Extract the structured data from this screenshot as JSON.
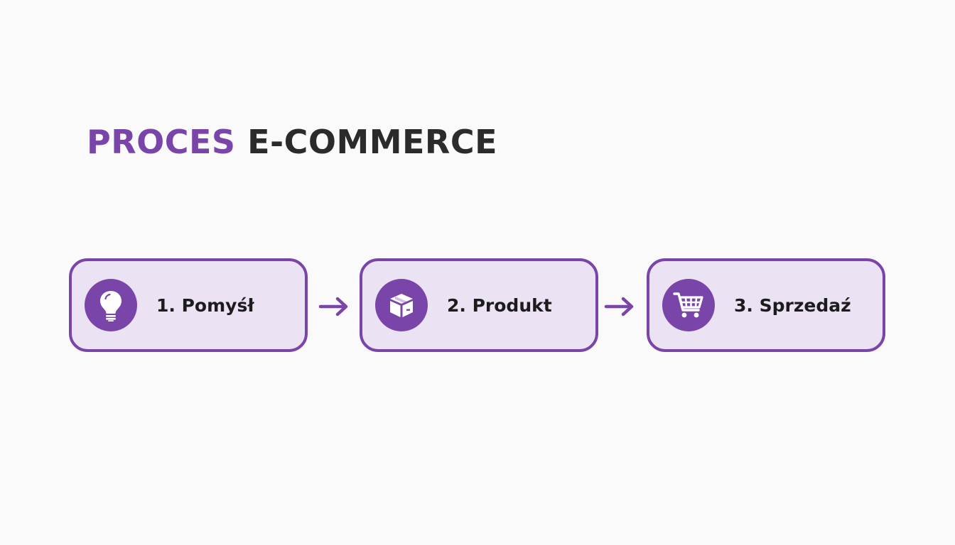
{
  "title": {
    "accent": "PROCES",
    "rest": "E-COMMERCE"
  },
  "steps": [
    {
      "label": "1. Pomyśł",
      "icon": "lightbulb-icon"
    },
    {
      "label": "2. Produkt",
      "icon": "box-icon"
    },
    {
      "label": "3. Sprzedaź",
      "icon": "shopping-cart-icon"
    }
  ],
  "colors": {
    "accent": "#7a45a8",
    "card_fill": "#ebe2f3",
    "title_dark": "#2b2b2b",
    "background": "#fafafa"
  }
}
